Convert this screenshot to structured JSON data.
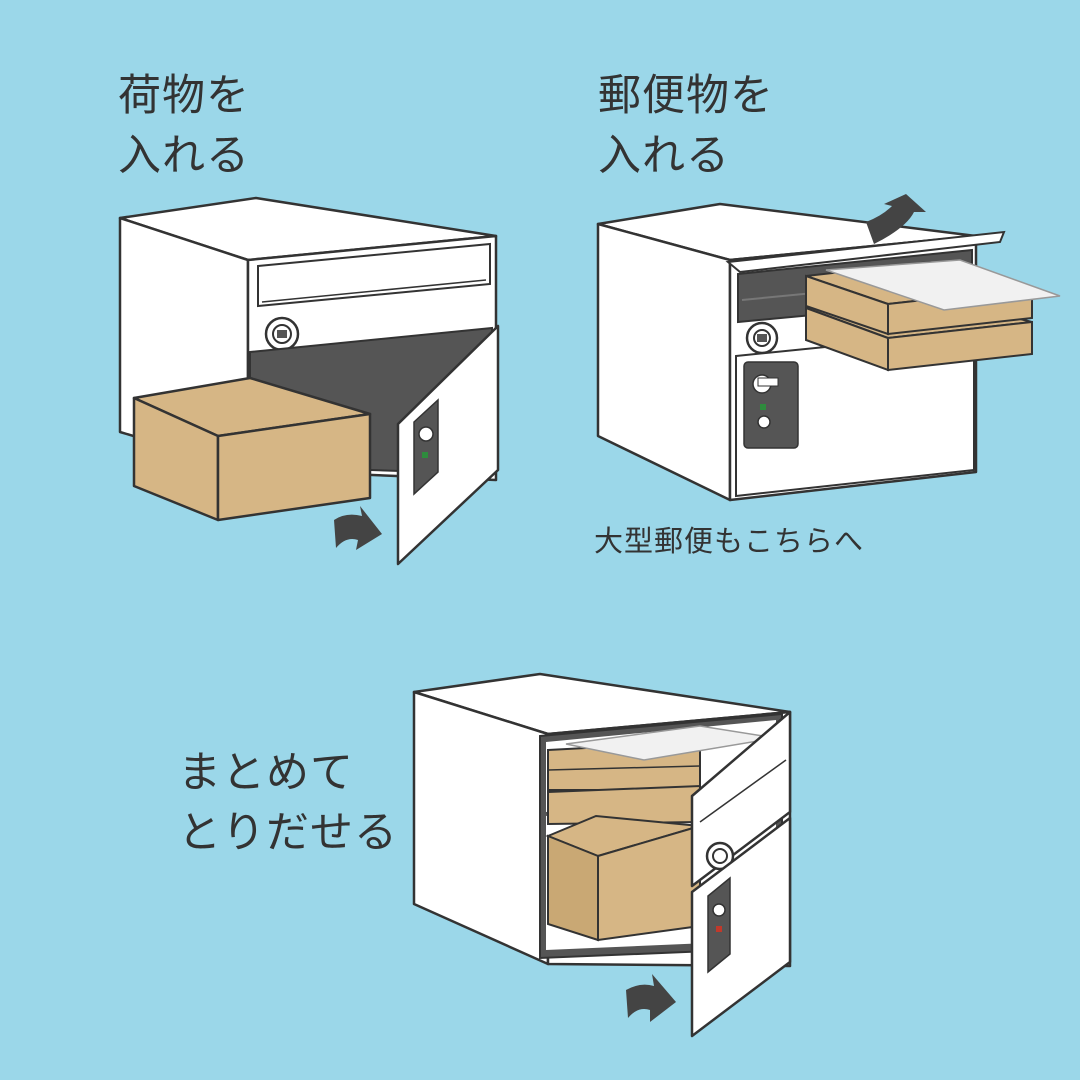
{
  "colors": {
    "background": "#9bd7e9",
    "box_white": "#ffffff",
    "outline": "#333333",
    "interior": "#555555",
    "cardboard": "#d6b685",
    "cardboard_shadow": "#c9a874",
    "paper": "#f1f1f1",
    "arrow": "#444444",
    "lamp_green": "#2e8b3d",
    "lamp_red": "#c0392b"
  },
  "panels": {
    "package": {
      "line1": "荷物を",
      "line2": "入れる"
    },
    "mail": {
      "line1": "郵便物を",
      "line2": "入れる",
      "note": "大型郵便もこちらへ"
    },
    "retrieve": {
      "line1": "まとめて",
      "line2": "とりだせる"
    }
  },
  "icons": [
    "arrow-right-icon",
    "arrow-up-icon",
    "dial-lock-icon",
    "handle-lock-icon"
  ]
}
